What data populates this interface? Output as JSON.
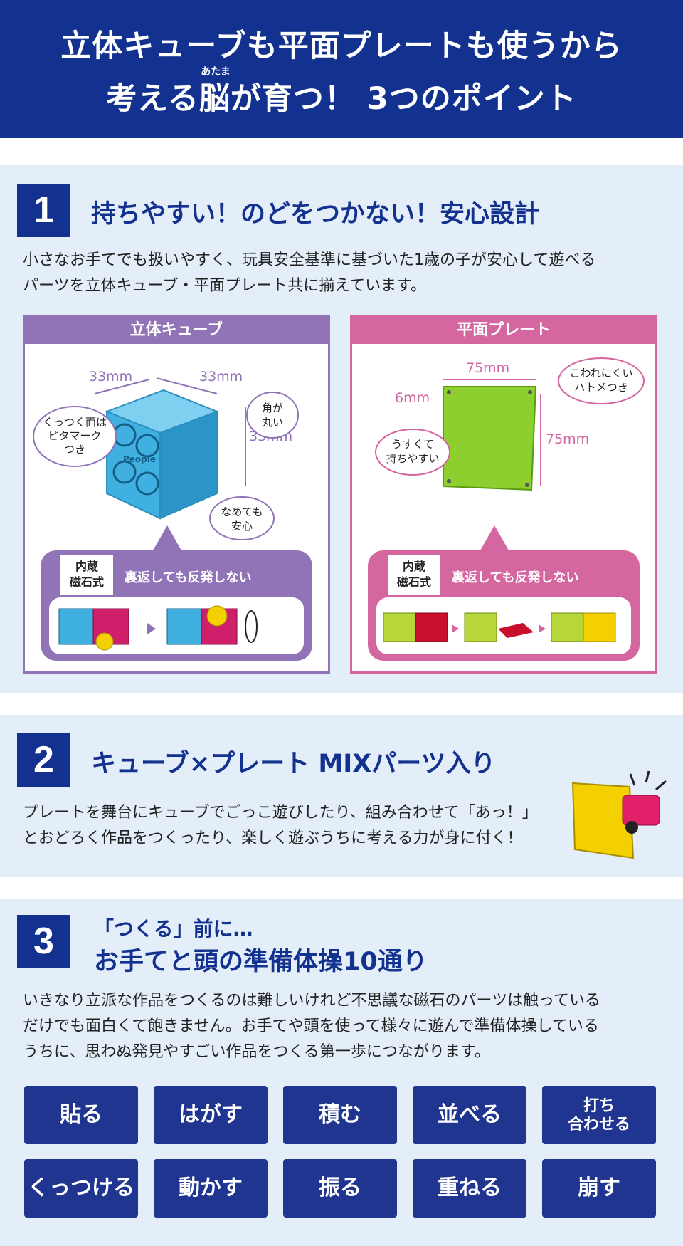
{
  "header": {
    "line1": "立体キューブも平面プレートも使うから",
    "line2": "考える脳が育つ！ 3つのポイント",
    "ruby": "あたま"
  },
  "point1": {
    "number": "1",
    "title": "持ちやすい！のどをつかない！安心設計",
    "desc_l1": "小さなお手てでも扱いやすく、玩具安全基準に基づいた1歳の子が安心して遊べる",
    "desc_l2": "パーツを立体キューブ・平面プレート共に揃えています。",
    "cube_panel": {
      "title": "立体キューブ",
      "dim_a": "33mm",
      "dim_b": "33mm",
      "dim_c": "33mm",
      "bubble_corner_1": "角が",
      "bubble_corner_2": "丸い",
      "bubble_face_1": "くっつく面は",
      "bubble_face_2": "ピタマーク",
      "bubble_face_3": "つき",
      "bubble_lick_1": "なめても",
      "bubble_lick_2": "安心",
      "logo": "People",
      "magnet_1": "内蔵",
      "magnet_2": "磁石式",
      "magnet_text": "裏返しても反発しない"
    },
    "plate_panel": {
      "title": "平面プレート",
      "dim_w": "75mm",
      "dim_h": "75mm",
      "dim_t": "6mm",
      "bubble_break_1": "こわれにくい",
      "bubble_break_2": "ハトメつき",
      "bubble_thin_1": "うすくて",
      "bubble_thin_2": "持ちやすい",
      "magnet_1": "内蔵",
      "magnet_2": "磁石式",
      "magnet_text": "裏返しても反発しない"
    }
  },
  "point2": {
    "number": "2",
    "title": "キューブ×プレート MIXパーツ入り",
    "desc_l1": "プレートを舞台にキューブでごっこ遊びしたり、組み合わせて「あっ！」",
    "desc_l2": "とおどろく作品をつくったり、楽しく遊ぶうちに考える力が身に付く！"
  },
  "point3": {
    "number": "3",
    "title_l1": "「つくる」前に…",
    "title_l2": "お手てと頭の準備体操10通り",
    "desc_l1": "いきなり立派な作品をつくるのは難しいけれど不思議な磁石のパーツは触っている",
    "desc_l2": "だけでも面白くて飽きません。お手てや頭を使って様々に遊んで準備体操している",
    "desc_l3": "うちに、思わぬ発見やすごい作品をつくる第一歩につながります。",
    "actions": [
      "貼る",
      "はがす",
      "積む",
      "並べる",
      "くっつける",
      "動かす",
      "振る",
      "重ねる",
      "崩す"
    ],
    "action_last_l1": "打ち",
    "action_last_l2": "合わせる"
  },
  "colors": {
    "navy": "#13318f",
    "band": "#e4eef8",
    "purple": "#9173b7",
    "pink": "#d466a0",
    "cube": "#3fb0e0",
    "plate": "#8ccf2e"
  }
}
